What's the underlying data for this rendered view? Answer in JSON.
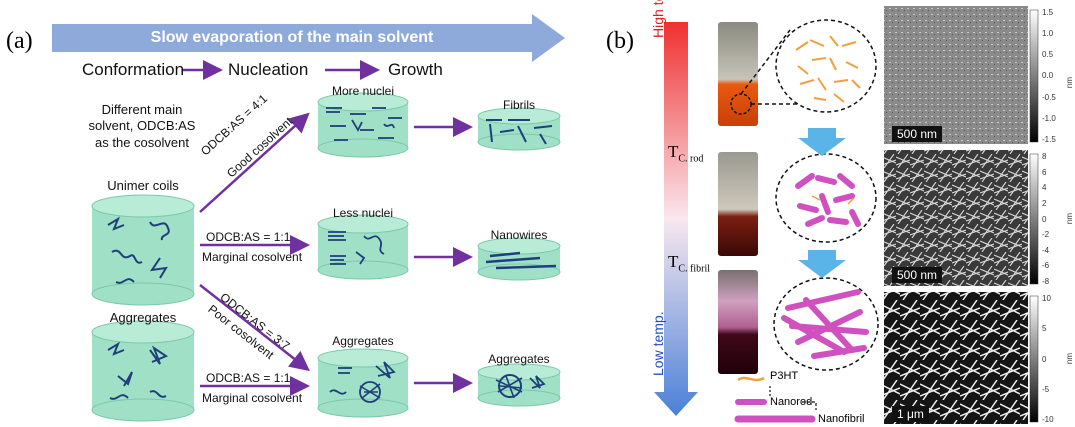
{
  "panel_a": {
    "label": "(a)",
    "banner": "Slow evaporation of the main solvent",
    "stages": [
      "Conformation",
      "Nucleation",
      "Growth"
    ],
    "description": [
      "Different main",
      "solvent, ODCB:AS",
      "as the cosolvent"
    ],
    "unimer_label": "Unimer coils",
    "aggregates_left_label": "Aggregates",
    "arrows": [
      {
        "ratio": "ODCB:AS = 4:1",
        "quality": "Good cosolvent"
      },
      {
        "ratio": "ODCB:AS = 1:1",
        "quality": "Marginal cosolvent"
      },
      {
        "ratio": "ODCB:AS = 3:7",
        "quality": "Poor cosolvent"
      },
      {
        "ratio": "ODCB:AS = 1:1",
        "quality": "Marginal cosolvent"
      }
    ],
    "nuclei_labels": [
      "More nuclei",
      "Less nuclei",
      "Aggregates"
    ],
    "growth_labels": [
      "Fibrils",
      "Nanowires",
      "Aggregates"
    ],
    "colors": {
      "cylinder": "#9fe0c6",
      "arrow": "#7030a0",
      "banner": "#8eaadb",
      "chain": "#1f3f7a"
    }
  },
  "panel_b": {
    "label": "(b)",
    "high_temp": "High temp.",
    "low_temp": "Low temp.",
    "t_rod_main": "T",
    "t_rod_sub": "C. rod",
    "t_fibril_main": "T",
    "t_fibril_sub": "C. fibril",
    "legend": [
      "P3HT",
      "Nanorod",
      "Nanofibril"
    ],
    "scale_bars": [
      "500 nm",
      "500 nm",
      "1 μm"
    ],
    "colorbars": [
      {
        "ticks": [
          "1.5",
          "1.0",
          "0.5",
          "0.0",
          "-0.5",
          "-1.0",
          "-1.5"
        ],
        "unit": "nm"
      },
      {
        "ticks": [
          "8",
          "6",
          "4",
          "2",
          "0",
          "-2",
          "-4",
          "-6",
          "-8"
        ],
        "unit": "nm"
      },
      {
        "ticks": [
          "10",
          "5",
          "0",
          "-5",
          "-10"
        ],
        "unit": "nm"
      }
    ],
    "colors": {
      "p3ht": "#f0a040",
      "rod": "#d050c0",
      "high": "#e02020",
      "low": "#2050c0"
    }
  }
}
